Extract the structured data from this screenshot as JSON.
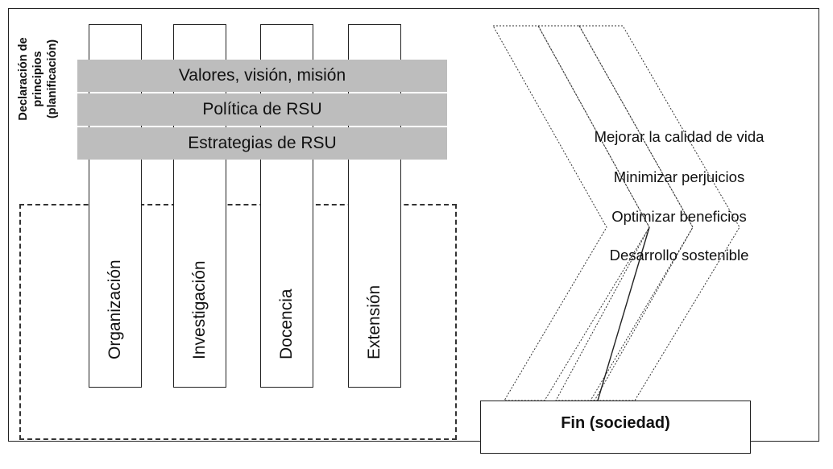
{
  "side_label": {
    "line1": "Declaración de",
    "line2": "principios",
    "line3": "(planificación)"
  },
  "bands": [
    "Valores, visión, misión",
    "Política de RSU",
    "Estrategias de RSU"
  ],
  "pillars": [
    "Organización",
    "Investigación",
    "Docencia",
    "Extensión"
  ],
  "goals": [
    "Mejorar la calidad de vida",
    "Minimizar perjuicios",
    "Optimizar beneficios",
    "Desarrollo sostenible"
  ],
  "fin": "Fin (sociedad)"
}
